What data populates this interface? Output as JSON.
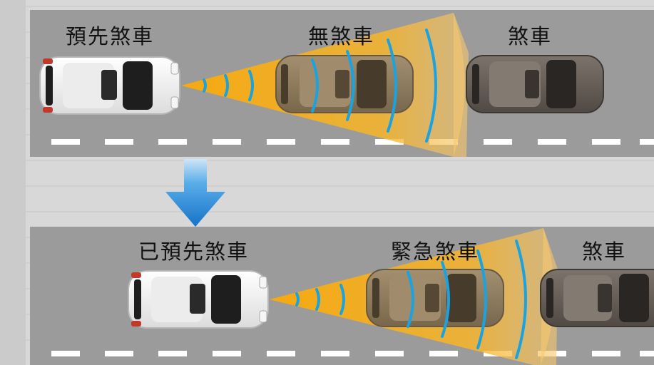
{
  "top_scene": {
    "label_left": "預先煞車",
    "label_middle": "無煞車",
    "label_right": "煞車"
  },
  "bottom_scene": {
    "label_left": "已預先煞車",
    "label_middle": "緊急煞車",
    "label_right": "煞車"
  },
  "colors": {
    "road": "#9b9b9b",
    "sensor_beam": "#f6b21c",
    "wave": "#1aa3e0",
    "arrow": "#1b7fd0",
    "lead_car": "#ffffff",
    "mid_car": "#8a7a64",
    "front_car": "#6b625b"
  },
  "icons": {
    "arrow": "down-arrow-icon",
    "lead_car": "white-suv-icon",
    "mid_car": "brown-suv-icon",
    "front_car": "dark-suv-icon"
  }
}
